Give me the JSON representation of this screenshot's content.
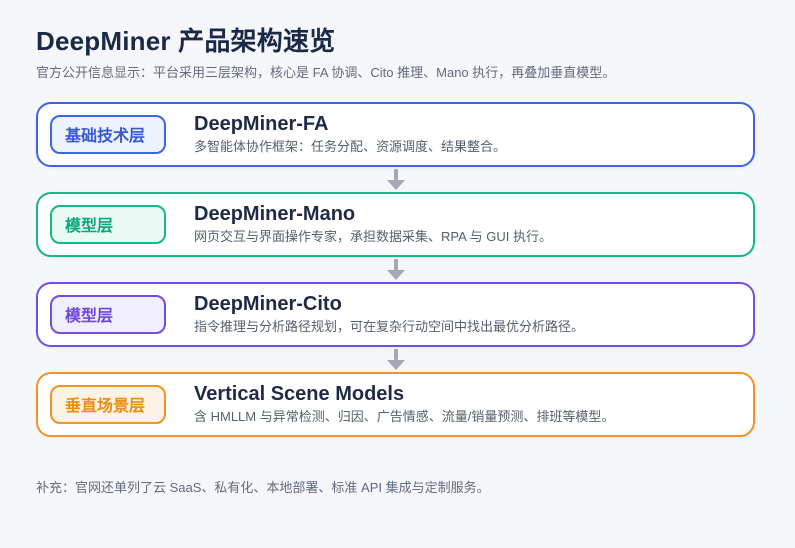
{
  "page": {
    "background": "#f5f7fa",
    "connector_color": "#a3aab6"
  },
  "header": {
    "title": "DeepMiner 产品架构速览",
    "subtitle": "官方公开信息显示：平台采用三层架构，核心是 FA 协调、Cito 推理、Mano 执行，再叠加垂直模型。"
  },
  "layers": [
    {
      "badge": "基础技术层",
      "title": "DeepMiner-FA",
      "desc": "多智能体协作框架：任务分配、资源调度、结果整合。",
      "accent": "#3b66e0",
      "badge_bg": "#edf3fd",
      "badge_text": "#3757d6"
    },
    {
      "badge": "模型层",
      "title": "DeepMiner-Mano",
      "desc": "网页交互与界面操作专家，承担数据采集、RPA 与 GUI 执行。",
      "accent": "#14b789",
      "badge_bg": "#e9faf4",
      "badge_text": "#0da678"
    },
    {
      "badge": "模型层",
      "title": "DeepMiner-Cito",
      "desc": "指令推理与分析路径规划，可在复杂行动空间中找出最优分析路径。",
      "accent": "#744de4",
      "badge_bg": "#f1eefd",
      "badge_text": "#6d48df"
    },
    {
      "badge": "垂直场景层",
      "title": "Vertical Scene Models",
      "desc": "含 HMLLM 与异常检测、归因、广告情感、流量/销量预测、排班等模型。",
      "accent": "#f39322",
      "badge_bg": "#fdf3e5",
      "badge_text": "#ee8c10"
    }
  ],
  "footer": {
    "note": "补充：官网还单列了云 SaaS、私有化、本地部署、标准 API 集成与定制服务。"
  }
}
